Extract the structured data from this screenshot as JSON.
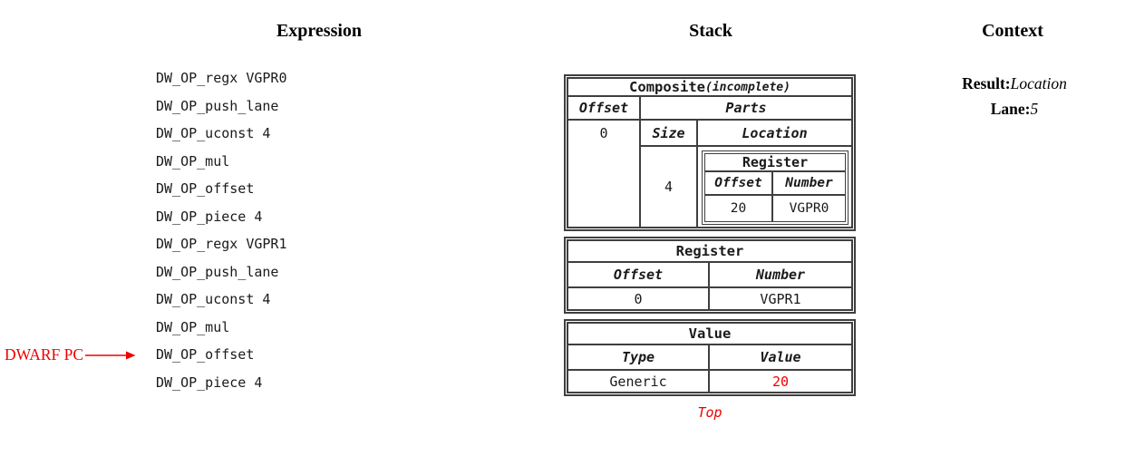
{
  "colors": {
    "accent_red": "#ee0000",
    "text": "#1a1a1a",
    "border": "#3f3f3f",
    "background": "#ffffff"
  },
  "columns": {
    "expression_header": "Expression",
    "stack_header": "Stack",
    "context_header": "Context"
  },
  "expression": {
    "ops": [
      "DW_OP_regx VGPR0",
      "DW_OP_push_lane",
      "DW_OP_uconst 4",
      "DW_OP_mul",
      "DW_OP_offset",
      "DW_OP_piece 4",
      "DW_OP_regx VGPR1",
      "DW_OP_push_lane",
      "DW_OP_uconst 4",
      "DW_OP_mul",
      "DW_OP_offset",
      "DW_OP_piece 4"
    ],
    "pc_label": "DWARF PC",
    "pc_points_to_index": 10
  },
  "stack": {
    "composite": {
      "title": "Composite",
      "qualifier": "(incomplete)",
      "headers": {
        "offset": "Offset",
        "parts": "Parts",
        "size": "Size",
        "location": "Location"
      },
      "offset_value": "0",
      "size_value": "4",
      "location_register": {
        "title": "Register",
        "headers": {
          "offset": "Offset",
          "number": "Number"
        },
        "offset_value": "20",
        "number_value": "VGPR0"
      }
    },
    "register": {
      "title": "Register",
      "headers": {
        "offset": "Offset",
        "number": "Number"
      },
      "offset_value": "0",
      "number_value": "VGPR1"
    },
    "value": {
      "title": "Value",
      "headers": {
        "type": "Type",
        "value": "Value"
      },
      "type_value": "Generic",
      "value_value": "20"
    },
    "top_label": "Top"
  },
  "context": {
    "result_label": "Result:",
    "result_value": "Location",
    "lane_label": "Lane:",
    "lane_value": "5"
  }
}
